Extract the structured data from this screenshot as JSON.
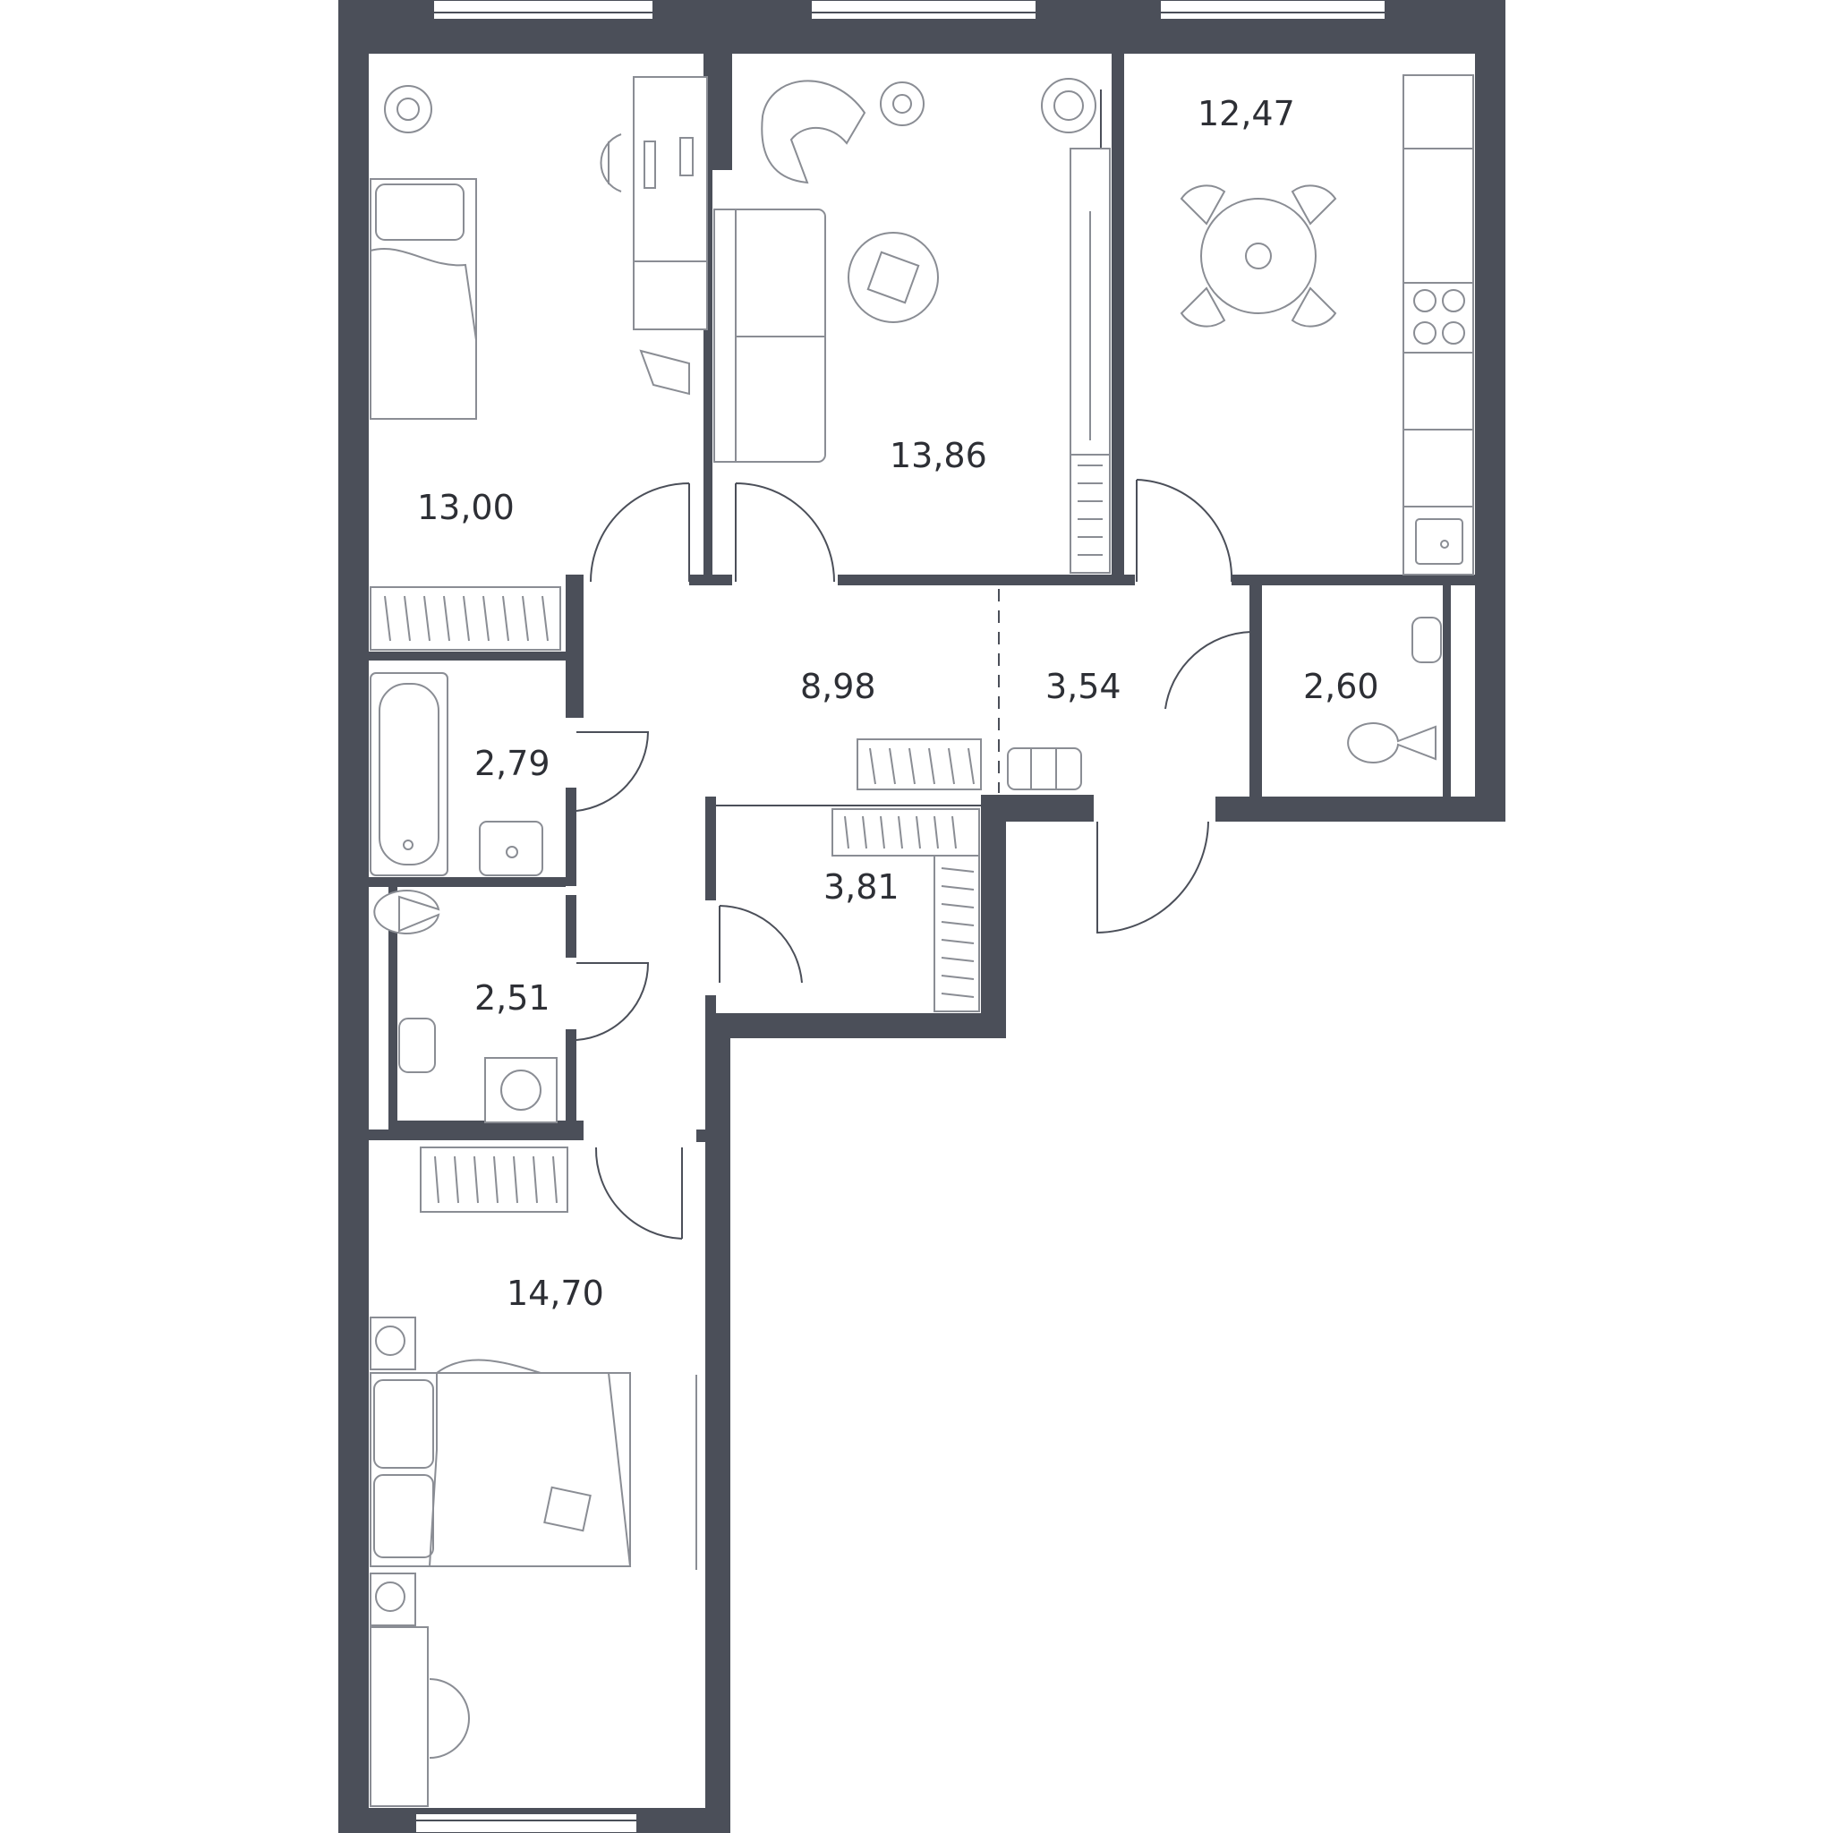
{
  "plan": {
    "colors": {
      "wall": "#4b4f59",
      "furniture": "#8a8d94",
      "background": "#ffffff"
    },
    "rooms": [
      {
        "id": "bedroom-1",
        "area": "13,00"
      },
      {
        "id": "living-room",
        "area": "13,86"
      },
      {
        "id": "kitchen",
        "area": "12,47"
      },
      {
        "id": "hall",
        "area": "8,98"
      },
      {
        "id": "corridor",
        "area": "3,54"
      },
      {
        "id": "wc-1",
        "area": "2,60"
      },
      {
        "id": "bathroom",
        "area": "2,79"
      },
      {
        "id": "wardrobe",
        "area": "3,81"
      },
      {
        "id": "wc-2",
        "area": "2,51"
      },
      {
        "id": "bedroom-2",
        "area": "14,70"
      }
    ]
  }
}
